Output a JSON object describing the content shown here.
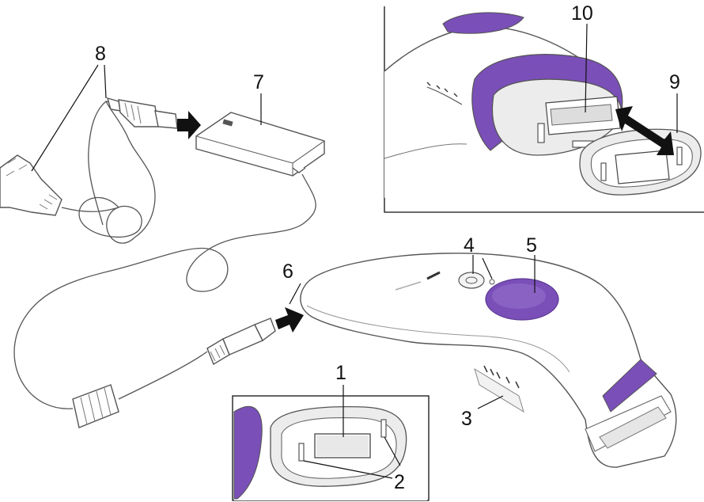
{
  "colors": {
    "accent_purple": "#7a4fb8",
    "accent_purple_light": "#9a74cf",
    "device_white": "#ffffff",
    "device_shade": "#ececec",
    "arrow": "#111111"
  },
  "callouts": {
    "c1": "1",
    "c2": "2",
    "c3": "3",
    "c4": "4",
    "c5": "5",
    "c6": "6",
    "c7": "7",
    "c8": "8",
    "c9": "9",
    "c10": "10"
  }
}
